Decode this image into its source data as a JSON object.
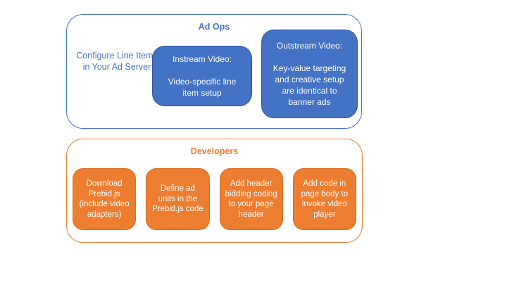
{
  "colors": {
    "blue_fill": "#4472C4",
    "blue_box_border": "#2F5597",
    "orange_fill": "#ED7D31",
    "orange_box_border": "#DC6E24",
    "box_text": "#FFFFFF",
    "background": "#FFFFFF"
  },
  "ad_ops": {
    "title": "Ad Ops",
    "side_note": "Configure Line Items in Your Ad Server",
    "boxes": [
      {
        "title": "Instream Video:",
        "body": "Video-specific line item setup"
      },
      {
        "title": "Outstream Video:",
        "body": "Key-value targeting and creative setup are identical to banner ads"
      }
    ]
  },
  "developers": {
    "title": "Developers",
    "steps": [
      {
        "label": "Download Prebid.js (include video adapters)"
      },
      {
        "label": "Define ad units in the Prebid.js code"
      },
      {
        "label": "Add header bidding coding to your page header"
      },
      {
        "label": "Add code in page body to invoke video player"
      }
    ]
  }
}
